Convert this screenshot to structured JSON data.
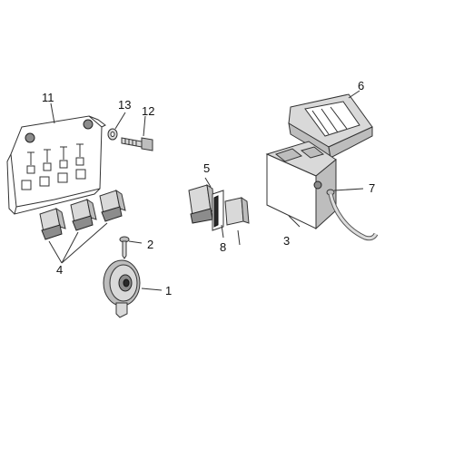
{
  "callouts": {
    "c1": "1",
    "c2": "2",
    "c3": "3",
    "c4": "4",
    "c5": "5",
    "c6": "6",
    "c7": "7",
    "c8": "8",
    "c11": "11",
    "c12": "12",
    "c13": "13"
  },
  "colors": {
    "line": "#333333",
    "part_light": "#d9d9d9",
    "part_mid": "#bdbdbd",
    "part_dark": "#8c8c8c"
  }
}
